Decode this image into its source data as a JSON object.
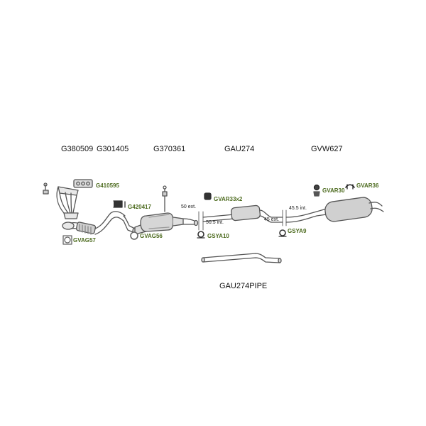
{
  "top_codes": [
    "G380509",
    "G301405",
    "G370361",
    "GAU274",
    "GVW627"
  ],
  "parts": {
    "gasket_manifold": "G410595",
    "bracket_1": "G420417",
    "rubber_mount_1": "GVAR33x2",
    "rubber_mount_2": "GVAR30",
    "hanger": "GVAR36",
    "ring_1": "GVAG57",
    "ring_2": "GVAG56",
    "clamp_1": "GSYA10",
    "clamp_2": "GSYA9"
  },
  "dimensions": {
    "d1": "50 ext.",
    "d2": "50.5 int.",
    "d3": "45.5 int.",
    "d4": "45 ext."
  },
  "pipe_code": "GAU274PIPE"
}
